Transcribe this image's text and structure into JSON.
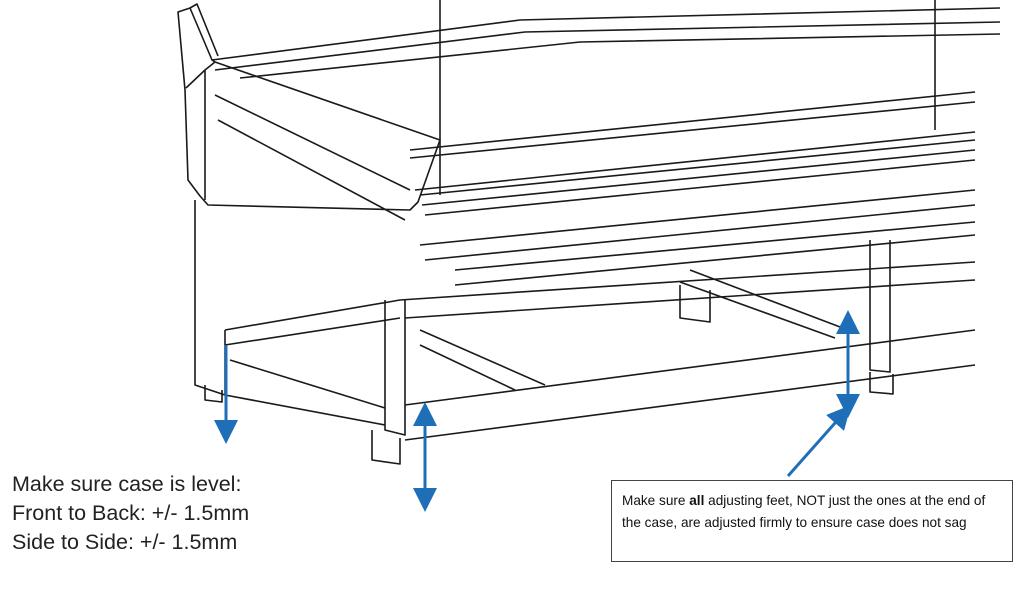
{
  "level_notes": {
    "heading": "Make sure case is level:",
    "front_to_back": "Front to Back: +/- 1.5mm",
    "side_to_side": "Side to Side: +/- 1.5mm"
  },
  "callout": {
    "text_before": "Make sure ",
    "emphasis": "all",
    "text_after": " adjusting feet, NOT just the ones at the end of the case, are adjusted firmly to ensure case does not sag"
  },
  "colors": {
    "arrow": "#1f6fb8",
    "line": "#1a1a1a"
  }
}
